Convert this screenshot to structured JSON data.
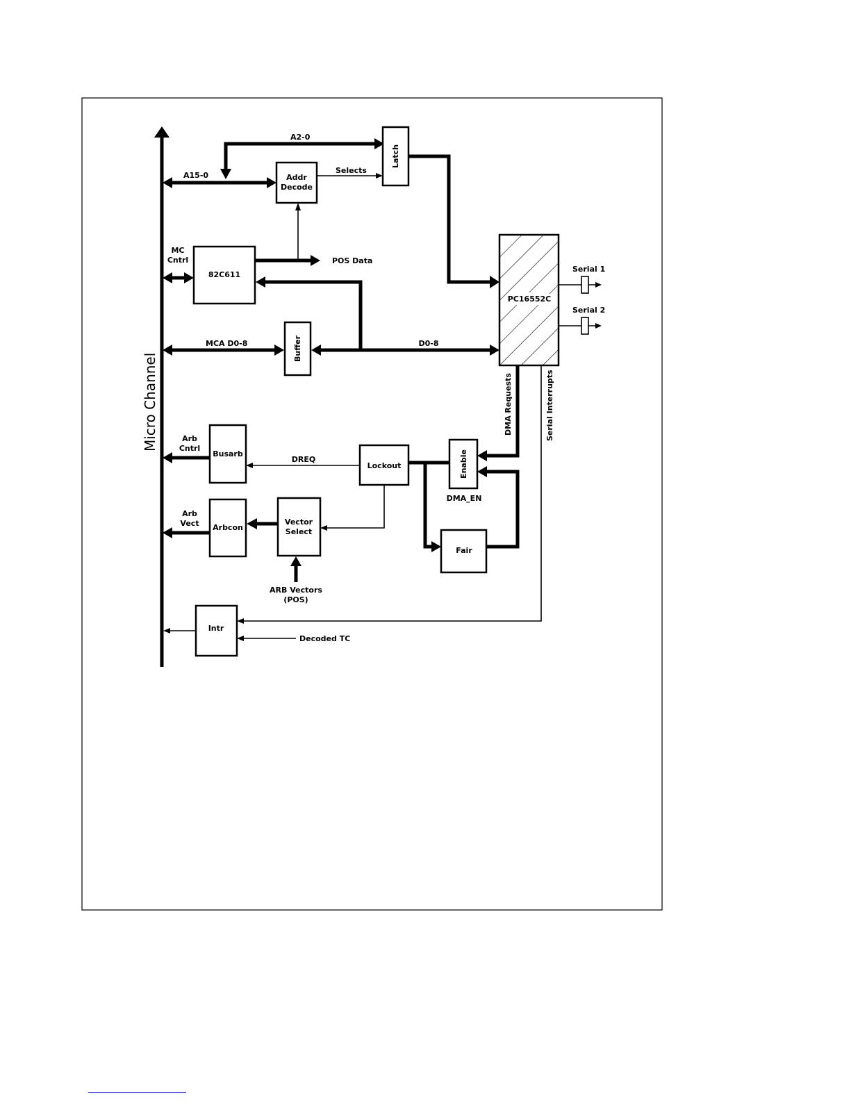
{
  "bus": {
    "label": "Micro Channel"
  },
  "blocks": {
    "latch": "Latch",
    "addr_decode_l1": "Addr",
    "addr_decode_l2": "Decode",
    "pos_chip": "82C611",
    "buffer": "Buffer",
    "uart": "PC16552C",
    "busarb": "Busarb",
    "lockout": "Lockout",
    "enable": "Enable",
    "arbcon": "Arbcon",
    "vector_select_l1": "Vector",
    "vector_select_l2": "Select",
    "fair": "Fair",
    "intr": "Intr"
  },
  "signals": {
    "a2_0": "A2-0",
    "a15_0": "A15-0",
    "selects": "Selects",
    "mc_cntrl_l1": "MC",
    "mc_cntrl_l2": "Cntrl",
    "pos_data": "POS Data",
    "mca_d0_8": "MCA D0-8",
    "d0_8": "D0-8",
    "serial_1": "Serial 1",
    "serial_2": "Serial 2",
    "dma_requests": "DMA Requests",
    "serial_interrupts": "Serial Interrupts",
    "arb_cntrl_l1": "Arb",
    "arb_cntrl_l2": "Cntrl",
    "dreq": "DREQ",
    "dma_en": "DMA_EN",
    "arb_vect_l1": "Arb",
    "arb_vect_l2": "Vect",
    "arb_vectors_l1": "ARB Vectors",
    "arb_vectors_l2": "(POS)",
    "decoded_tc": "Decoded TC"
  },
  "colors": {
    "ink": "#000000",
    "link": "#2a2aff"
  }
}
